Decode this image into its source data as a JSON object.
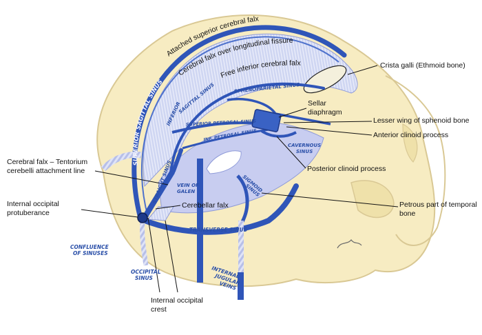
{
  "annotations": {
    "attached_falx": "Attached superior cerebral falx",
    "falx_fissure": "Cerebral falx over longitudinal fissure",
    "free_falx": "Free inferior cerebral falx",
    "crista_galli": "Crista galli (Ethmoid bone)",
    "sellar_diaphragm_1": "Sellar",
    "sellar_diaphragm_2": "diaphragm",
    "lesser_wing": "Lesser wing of sphenoid bone",
    "anterior_clinoid": "Anterior clinoid process",
    "posterior_clinoid": "Posterior clinoid process",
    "falx_tentorium_1": "Cerebral falx – Tentorium",
    "falx_tentorium_2": "cerebelli attachment line",
    "occipital_protuberance_1": "Internal occipital",
    "occipital_protuberance_2": "protuberance",
    "cerebellar_falx": "Cerebellar falx",
    "petrous_1": "Petrous part of temporal",
    "petrous_2": "bone",
    "occipital_crest_1": "Internal occipital",
    "occipital_crest_2": "crest"
  },
  "sinus_labels": {
    "superior_sagittal": "Superior sagittal sinus",
    "inferior_sagittal_1": "Inferior",
    "inferior_sagittal_2": "Sagittal sinus",
    "sphenoparietal": "Sphenoparietal sinus",
    "superior_petrosal": "Superior petrosal sinus",
    "inferior_petrosal": "Inf. petrosal sinus",
    "cavernous_1": "Cavernous",
    "cavernous_2": "sinus",
    "straight": "Straight sinus",
    "vein_of_galen_1": "Vein of",
    "vein_of_galen_2": "Galen",
    "sigmoid_1": "Sigmoid",
    "sigmoid_2": "sinus",
    "transverse": "Transverse sinus",
    "confluence_1": "Confluence",
    "confluence_2": "of sinuses",
    "occipital_1": "Occipital",
    "occipital_2": "sinus",
    "jugular_1": "Internal",
    "jugular_2": "jugular",
    "jugular_3": "veins"
  },
  "colors": {
    "bone": "#f7ecc2",
    "bone_edge": "#d9c894",
    "sinus_blue": "#2f55b8",
    "dural_blue": "#aab8e6",
    "tentorium": "#c8cdf0",
    "label_blue": "#2a4fa8",
    "leader": "#111111"
  }
}
